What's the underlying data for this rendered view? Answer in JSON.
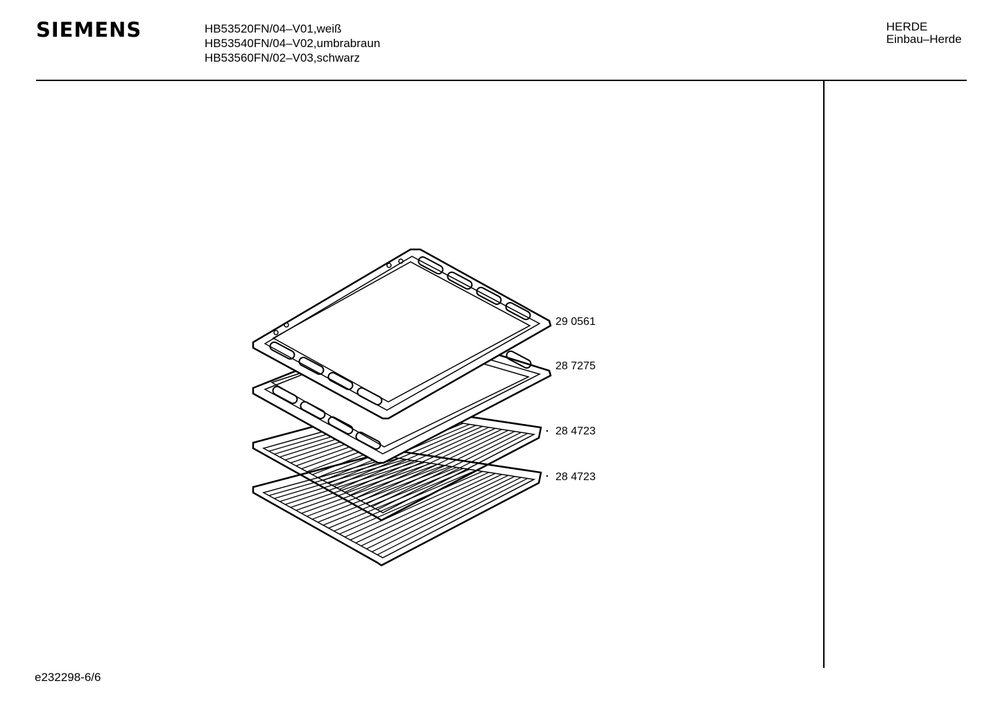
{
  "header": {
    "brand": "SIEMENS",
    "models": [
      "HB53520FN/04–V01,weiß",
      "HB53540FN/04–V02,umbrabraun",
      "HB53560FN/02–V03,schwarz"
    ],
    "category_line1": "HERDE",
    "category_line2": "Einbau–Herde"
  },
  "parts": [
    {
      "number": "29 0561",
      "item": "tray-1"
    },
    {
      "number": "28 7275",
      "item": "tray-2"
    },
    {
      "number": "28 4723",
      "item": "rack-1"
    },
    {
      "number": "28 4723",
      "item": "rack-2"
    }
  ],
  "footer": {
    "doc_id": "e232298-6/6"
  }
}
